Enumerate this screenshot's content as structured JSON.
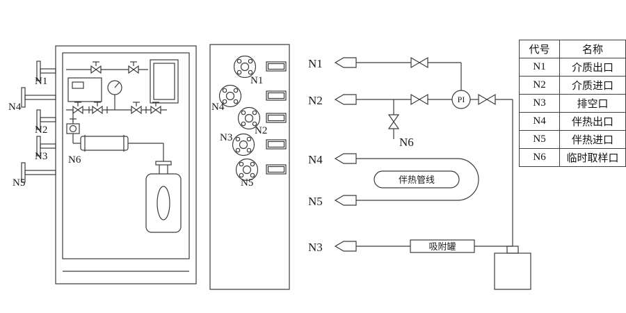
{
  "colors": {
    "line": "#3a3a3a",
    "background": "#ffffff"
  },
  "cabinet": {
    "nozzles": {
      "n1": "N1",
      "n4": "N4",
      "n2": "N2",
      "n3": "N3",
      "n5": "N5",
      "n6": "N6"
    }
  },
  "panel": {
    "flange_labels": {
      "n1": "N1",
      "n4": "N4",
      "n2": "N2",
      "n3": "N3",
      "n5": "N5"
    }
  },
  "schematic": {
    "lines": {
      "n1": "N1",
      "n2": "N2",
      "n3": "N3",
      "n4": "N4",
      "n5": "N5",
      "n6": "N6"
    },
    "instrument_pi": "PI",
    "heat_trace_label": "伴热管线",
    "adsorber_label": "吸附罐"
  },
  "legend": {
    "headers": [
      "代号",
      "名称"
    ],
    "rows": [
      {
        "code": "N1",
        "name": "介质出口"
      },
      {
        "code": "N2",
        "name": "介质进口"
      },
      {
        "code": "N3",
        "name": "排空口"
      },
      {
        "code": "N4",
        "name": "伴热出口"
      },
      {
        "code": "N5",
        "name": "伴热进口"
      },
      {
        "code": "N6",
        "name": "临时取样口"
      }
    ]
  }
}
